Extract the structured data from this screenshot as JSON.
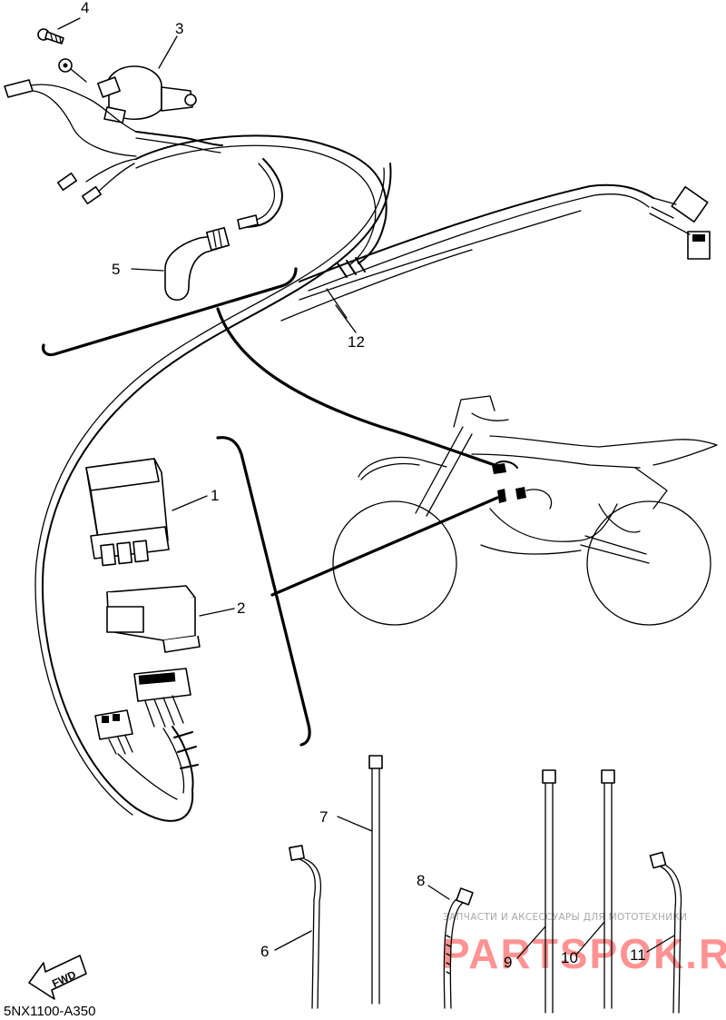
{
  "diagram": {
    "callouts": [
      "1",
      "2",
      "3",
      "4",
      "5",
      "6",
      "7",
      "8",
      "9",
      "10",
      "11",
      "12"
    ],
    "diagram_code": "5NX1100-A350",
    "fwd_label": "FWD",
    "watermark": {
      "tagline": "ЗАПЧАСТИ И АКСЕССУАРЫ ДЛЯ МОТОТЕХНИКИ",
      "brand": "PARTSPOK.RU",
      "color": "#ff3a3a"
    }
  }
}
